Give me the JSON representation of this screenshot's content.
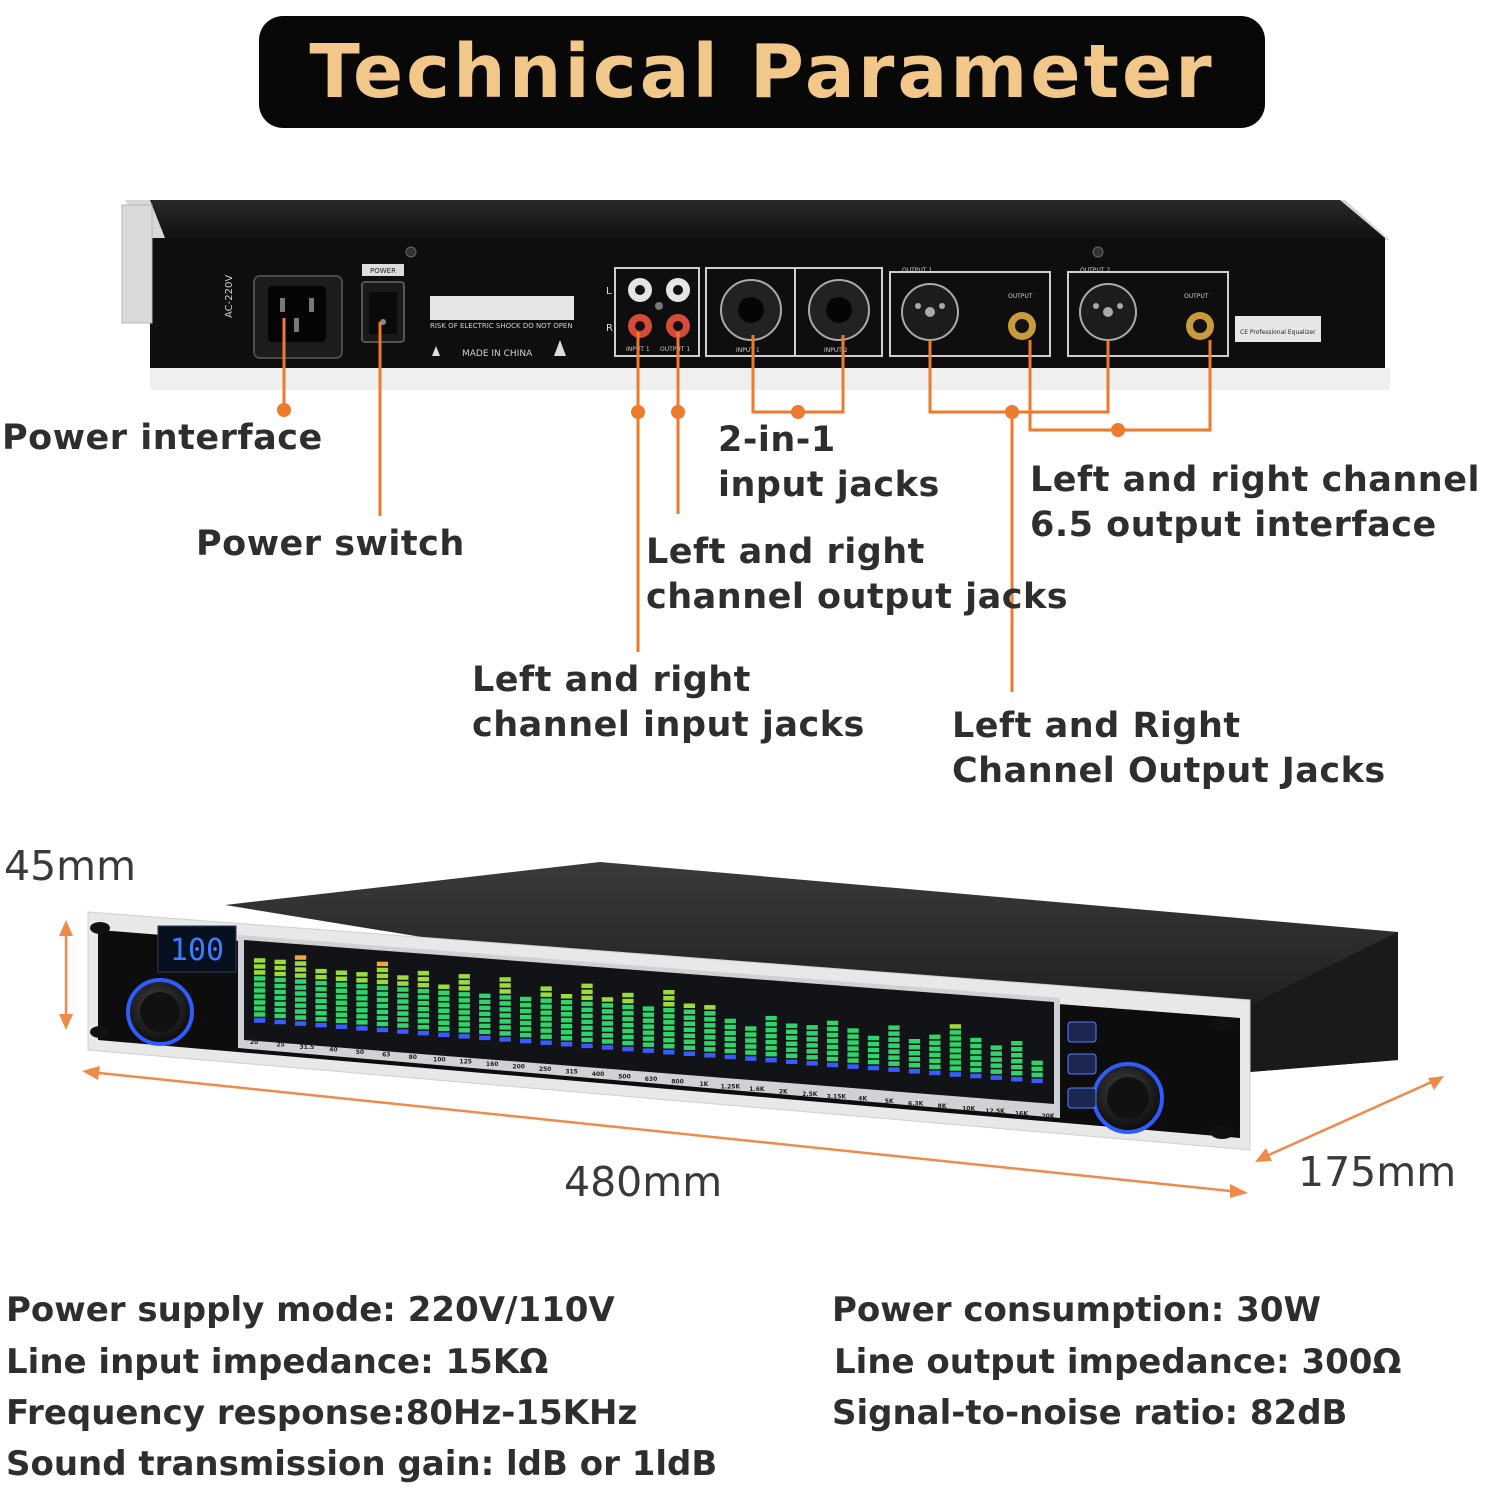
{
  "title": "Technical Parameter",
  "rear_panel": {
    "ac_label": "AC-220V",
    "power_label": "POWER",
    "warning_text": "RISK OF ELECTRIC SHOCK DO NOT OPEN",
    "made_in": "MADE IN CHINA",
    "rca_left": "L",
    "rca_right": "R",
    "rca_input": "INPUT 1",
    "rca_output": "OUTPUT 1",
    "combo_input_1": "INPUT 1",
    "combo_input_2": "INPUT 2",
    "xlr_output_1": "OUTPUT 1",
    "xlr_output_2": "OUTPUT 2",
    "jack_output": "OUTPUT",
    "ce_text": "CE Professional Equalizer"
  },
  "labels": {
    "power_interface": "Power interface",
    "power_switch": "Power switch",
    "two_in_one_line1": "2-in-1",
    "two_in_one_line2": "input jacks",
    "lr_65_line1": "Left and right channel",
    "lr_65_line2": "6.5 output interface",
    "lr_out_line1": "Left and right",
    "lr_out_line2": "channel output jacks",
    "lr_in_line1": "Left and right",
    "lr_in_line2": "channel input jacks",
    "lr_out_caps_line1": "Left and Right",
    "lr_out_caps_line2": "Channel Output Jacks"
  },
  "front_panel": {
    "display": "100",
    "freq_bands": [
      "20",
      "25",
      "31.5",
      "40",
      "50",
      "63",
      "80",
      "100",
      "125",
      "160",
      "200",
      "250",
      "315",
      "400",
      "500",
      "630",
      "800",
      "1K",
      "1.25K",
      "1.6K",
      "2K",
      "2.5K",
      "3.15K",
      "4K",
      "5K",
      "6.3K",
      "8K",
      "10K",
      "12.5K",
      "16K",
      "20K"
    ],
    "levels": [
      0.85,
      0.8,
      0.88,
      0.72,
      0.76,
      0.74,
      0.9,
      0.72,
      0.85,
      0.7,
      0.8,
      0.62,
      0.82,
      0.6,
      0.72,
      0.7,
      0.8,
      0.64,
      0.72,
      0.6,
      0.82,
      0.66,
      0.7,
      0.52,
      0.46,
      0.58,
      0.52,
      0.5,
      0.62,
      0.54,
      0.48,
      0.58,
      0.46,
      0.52,
      0.64,
      0.5,
      0.44,
      0.5,
      0.3
    ]
  },
  "dimensions": {
    "height": "45mm",
    "width": "480mm",
    "depth": "175mm"
  },
  "specs": {
    "left": [
      "Power supply mode: 220V/110V",
      "Line input impedance: 15KΩ",
      "Frequency response:80Hz-15KHz",
      "Sound transmission gain: ldB or 1ldB"
    ],
    "right": [
      "Power consumption: 30W",
      "Line output impedance: 300Ω",
      "Signal-to-noise ratio: 82dB"
    ]
  },
  "colors": {
    "banner_bg": "#080808",
    "banner_text": "#f1c88a",
    "callout": "#ee7a2e",
    "dimension_line": "#f08a4a"
  }
}
